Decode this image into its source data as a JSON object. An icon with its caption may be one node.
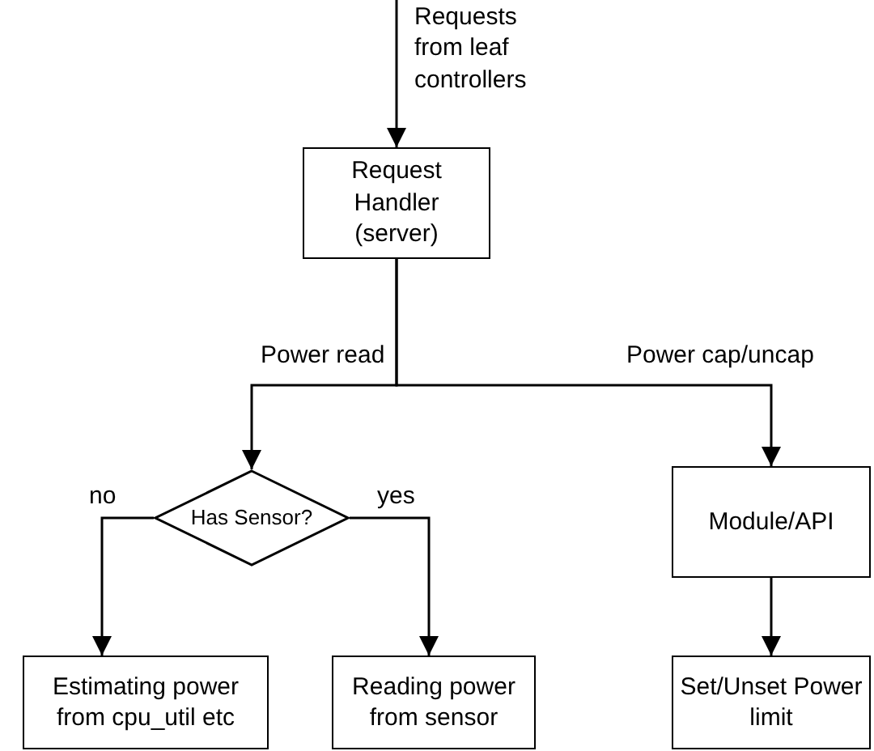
{
  "diagram": {
    "nodes": [
      {
        "text": [
          "Requests from leaf controllers"
        ]
      },
      {
        "text": [
          "Request Handler (server)"
        ]
      },
      {
        "text": [
          "Has Sensor?"
        ]
      },
      {
        "text": [
          "Module/API"
        ]
      },
      {
        "text": [
          "Estimating power from cpu_util etc"
        ]
      },
      {
        "text": [
          "Reading power from sensor"
        ]
      },
      {
        "text": [
          "Set/Unset Power limit"
        ]
      }
    ],
    "edges": [
      {
        "from": 0,
        "to": 1,
        "arrow": "to"
      },
      {
        "from": 1,
        "to": 2,
        "arrow": "to",
        "label": "Power read"
      },
      {
        "from": 1,
        "to": 3,
        "arrow": "to",
        "label": "Power cap/uncap"
      },
      {
        "from": 2,
        "to": 4,
        "arrow": "to",
        "label": "no"
      },
      {
        "from": 2,
        "to": 5,
        "arrow": "to",
        "label": "yes"
      },
      {
        "from": 3,
        "to": 6,
        "arrow": "to"
      }
    ]
  }
}
